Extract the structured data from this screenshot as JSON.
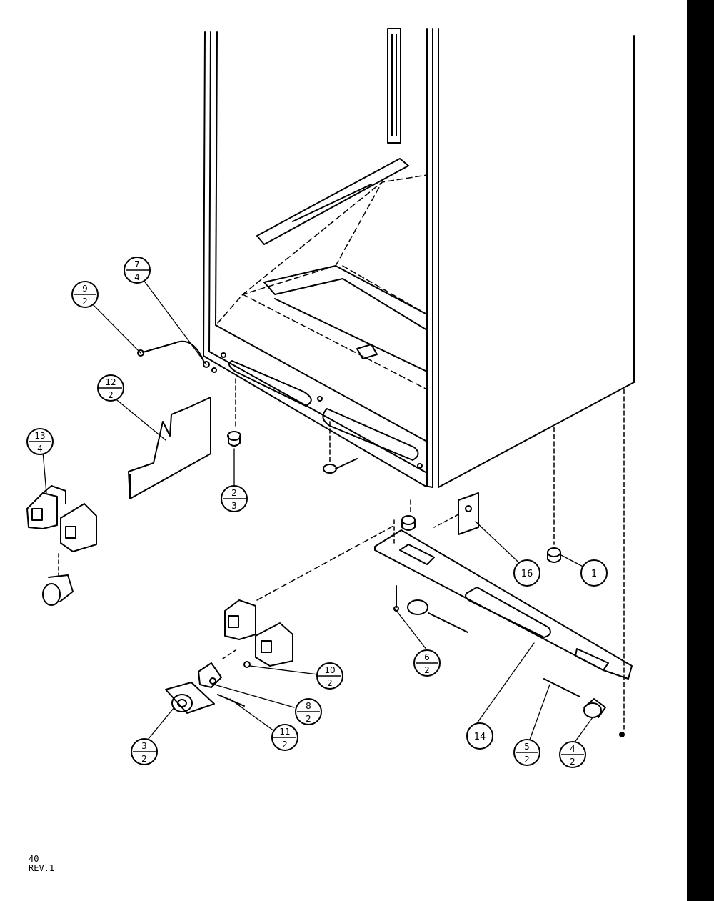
{
  "callouts": {
    "c1": {
      "n": "1"
    },
    "c2": {
      "n": "2",
      "d": "3"
    },
    "c3": {
      "n": "3",
      "d": "2"
    },
    "c4": {
      "n": "4",
      "d": "2"
    },
    "c5": {
      "n": "5",
      "d": "2"
    },
    "c6": {
      "n": "6",
      "d": "2"
    },
    "c7": {
      "n": "7",
      "d": "4"
    },
    "c8": {
      "n": "8",
      "d": "2"
    },
    "c9": {
      "n": "9",
      "d": "2"
    },
    "c10": {
      "n": "10",
      "d": "2"
    },
    "c11": {
      "n": "11",
      "d": "2"
    },
    "c12": {
      "n": "12",
      "d": "2"
    },
    "c13": {
      "n": "13",
      "d": "4"
    },
    "c14": {
      "n": "14"
    },
    "c16": {
      "n": "16"
    }
  },
  "footer": {
    "page": "40",
    "rev": "REV.1"
  }
}
